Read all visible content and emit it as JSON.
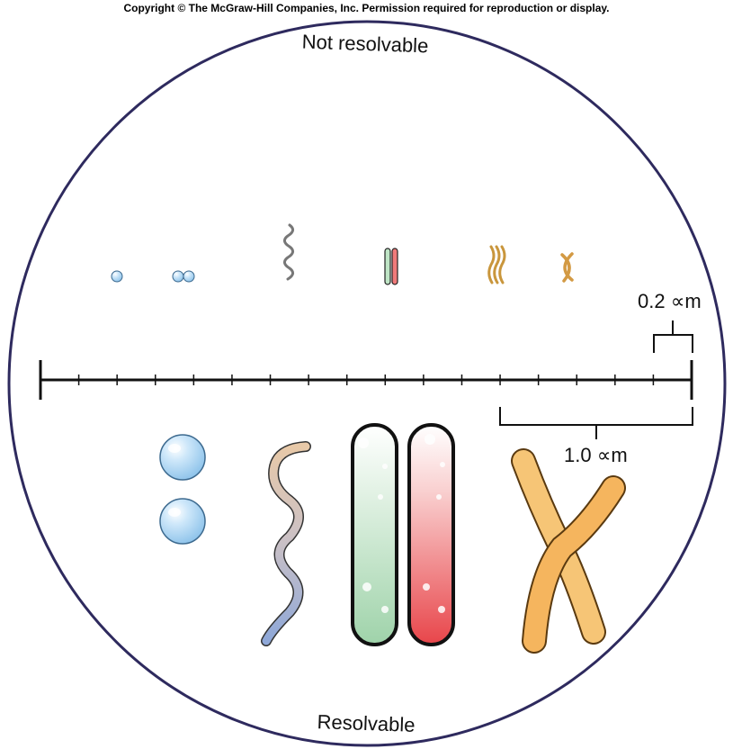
{
  "copyright": "Copyright © The McGraw-Hill Companies, Inc. Permission required for reproduction or display.",
  "labels": {
    "top": "Not resolvable",
    "bottom": "Resolvable",
    "scale_small": "0.2 ∝m",
    "scale_large": "1.0 ∝m"
  },
  "colors": {
    "outline": "#2e2a5e",
    "ruler": "#111111",
    "sphere": "#a9d3f2",
    "rod_green": "#b9e0c0",
    "rod_red": "#f07a7a",
    "spirillum": "#c5b9b9",
    "curved_rod": "#f6bf6a"
  }
}
